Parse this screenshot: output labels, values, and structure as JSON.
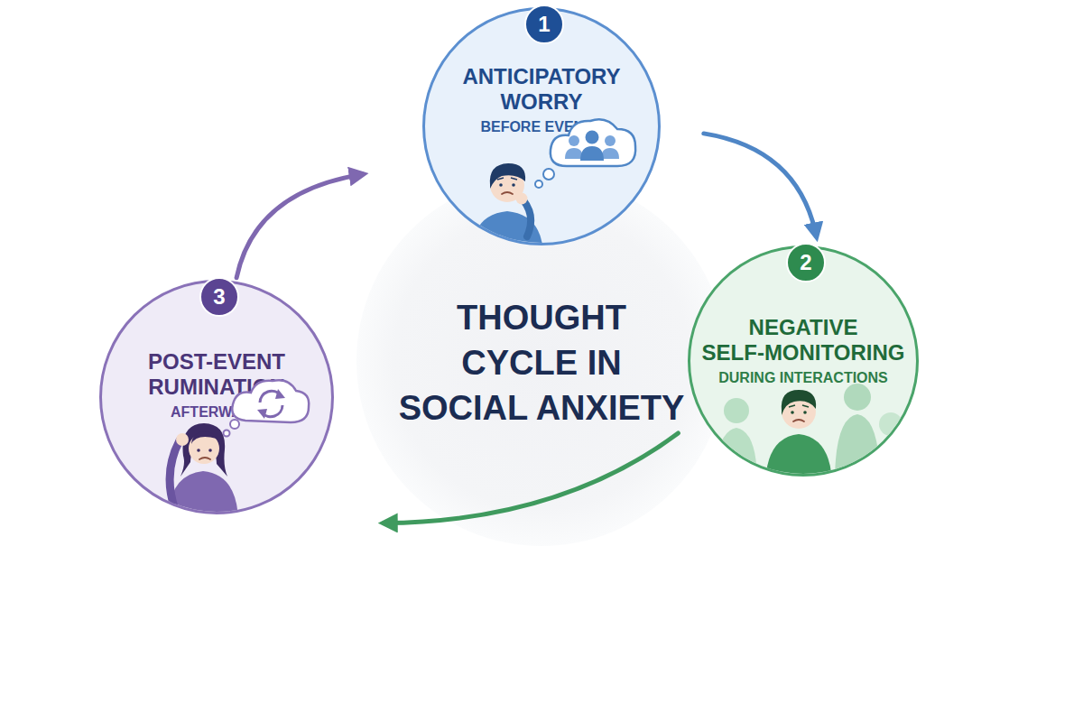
{
  "diagram": {
    "title": "THOUGHT CYCLE IN SOCIAL ANXIETY",
    "nodes": [
      {
        "text": [
          "ANTICIPATORY WORRY",
          "BEFORE EVENTS"
        ]
      },
      {
        "text": [
          "1"
        ],
        "in": 0
      },
      {
        "text": [
          "NEGATIVE SELF-MONITORING",
          "DURING INTERACTIONS"
        ]
      },
      {
        "text": [
          "2"
        ],
        "in": 2
      },
      {
        "text": [
          "POST-EVENT RUMINATION",
          "AFTERWARD"
        ]
      },
      {
        "text": [
          "3"
        ],
        "in": 4
      }
    ],
    "edges": [
      {
        "from": 0,
        "to": 2,
        "arrow": "to"
      },
      {
        "from": 2,
        "to": 4,
        "arrow": "to"
      },
      {
        "from": 4,
        "to": 0,
        "arrow": "to"
      }
    ]
  }
}
